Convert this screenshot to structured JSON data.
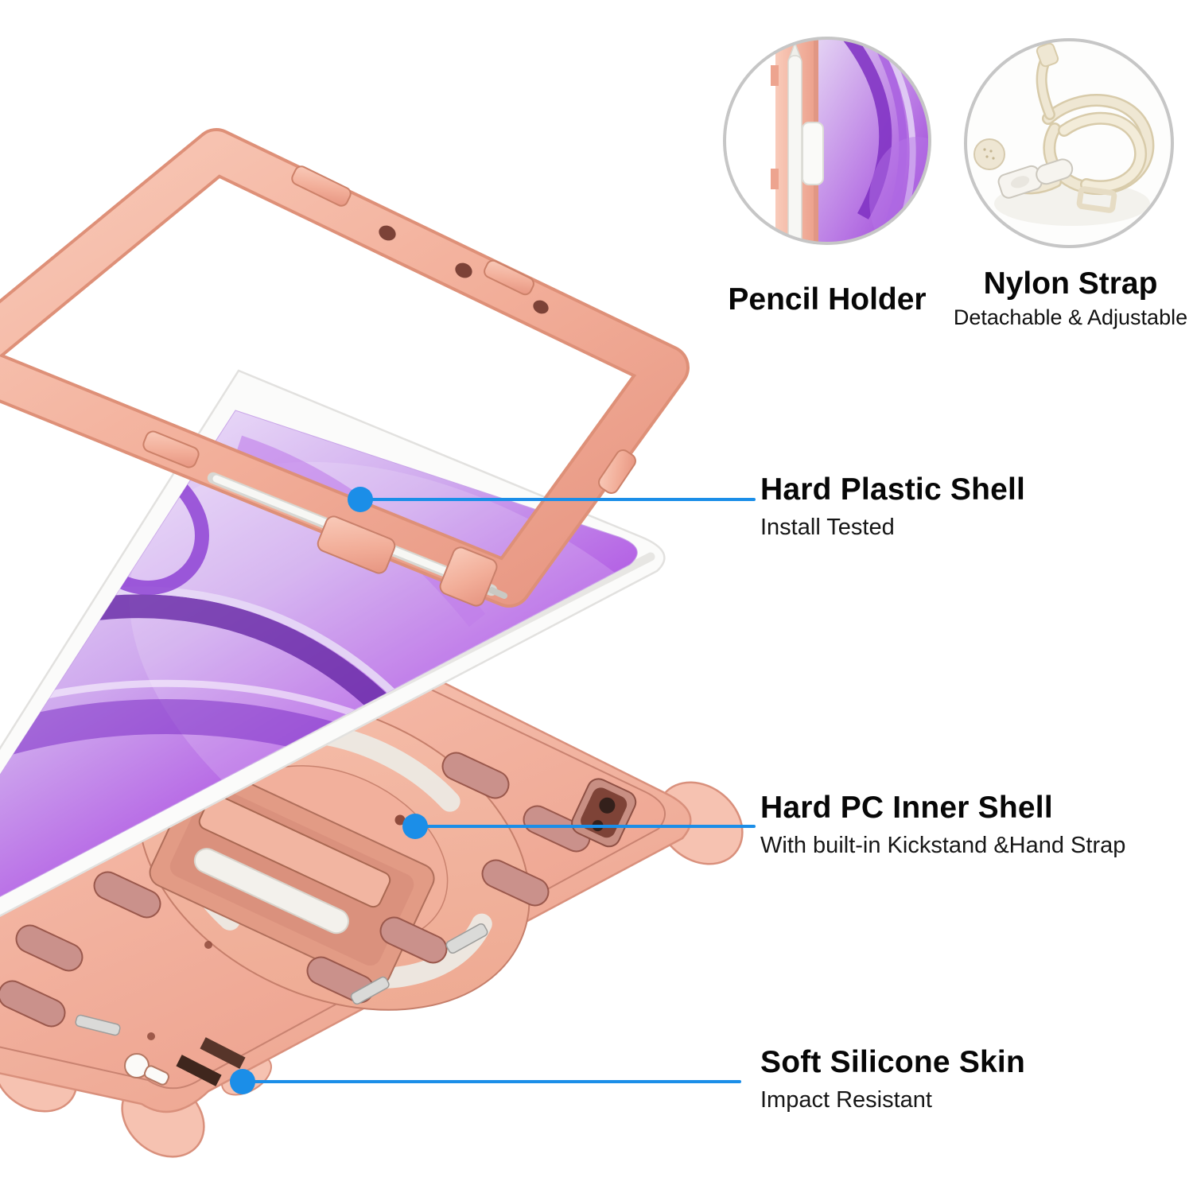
{
  "insets": {
    "pencil_holder": {
      "label": "Pencil Holder"
    },
    "nylon_strap": {
      "label": "Nylon Strap",
      "sublabel": "Detachable & Adjustable"
    }
  },
  "callouts": {
    "hard_plastic_shell": {
      "title": "Hard Plastic Shell",
      "subtitle": "Install Tested"
    },
    "hard_pc_inner_shell": {
      "title": "Hard PC Inner Shell",
      "subtitle": "With built-in Kickstand &Hand Strap"
    },
    "soft_silicone_skin": {
      "title": "Soft Silicone Skin",
      "subtitle": "Impact Resistant"
    }
  },
  "colors": {
    "accent_blue": "#1b8ee8",
    "rose_gold_frame": "#f2ae99",
    "rose_shell": "#f3b4a1",
    "screen_purple": "#a134de",
    "tablet_bezel": "#fbfbfa",
    "strap_cream": "#ede4cf",
    "inset_circle_border": "#c6c6c6"
  }
}
